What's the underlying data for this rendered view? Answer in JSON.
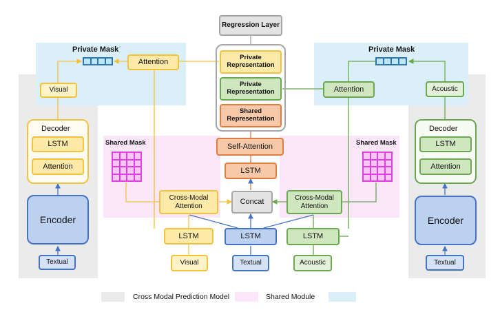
{
  "regression": {
    "label": "Regression Layer"
  },
  "center": {
    "private_rep_top": "Private Representation",
    "private_rep_mid": "Private Representation",
    "shared_rep": "Shared Representation",
    "self_attention": "Self-Attention",
    "lstm": "LSTM",
    "concat": "Concat",
    "lstm_bottom": "LSTM",
    "textual": "Textual"
  },
  "left": {
    "private_mask_title": "Private Mask",
    "attention": "Attention",
    "visual_out": "Visual",
    "decoder_title": "Decoder",
    "decoder_lstm": "LSTM",
    "decoder_attention": "Attention",
    "shared_mask_title": "Shared Mask",
    "encoder": "Encoder",
    "textual": "Textual",
    "cross_modal": "Cross-Modal Attention",
    "lstm": "LSTM",
    "visual_in": "Visual"
  },
  "right": {
    "private_mask_title": "Private Mask",
    "attention": "Attention",
    "acoustic_out": "Acoustic",
    "decoder_title": "Decoder",
    "decoder_lstm": "LSTM",
    "decoder_attention": "Attention",
    "shared_mask_title": "Shared Mask",
    "encoder": "Encoder",
    "textual": "Textual",
    "cross_modal": "Cross-Modal Attention",
    "lstm": "LSTM",
    "acoustic_in": "Acoustic"
  },
  "legend": {
    "items": [
      {
        "label": "Cross Modal Prediction Model",
        "color": "#ebebeb"
      },
      {
        "label": "Shared Module",
        "color": "#fbe6fa"
      },
      {
        "label": "",
        "color": "#dbeff9"
      }
    ]
  },
  "colors": {
    "yellow_line": "#f2c33a",
    "green_line": "#6aa84f",
    "blue_line": "#4472c4"
  }
}
